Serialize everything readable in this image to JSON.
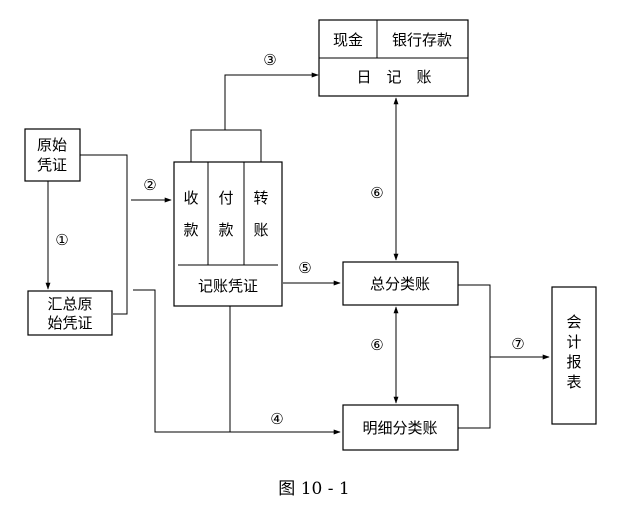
{
  "nodes": {
    "original_voucher": [
      "原始",
      "凭证"
    ],
    "summary_voucher": [
      "汇总原",
      "始凭证"
    ],
    "bookkeeping_voucher": {
      "columns": [
        [
          "收",
          "款"
        ],
        [
          "付",
          "款"
        ],
        [
          "转",
          "账"
        ]
      ],
      "label": "记账凭证"
    },
    "journal": {
      "top_left": "现金",
      "top_right": "银行存款",
      "bottom": "日　记　账"
    },
    "general_ledger": "总分类账",
    "subsidiary_ledger": "明细分类账",
    "accounting_report": [
      "会",
      "计",
      "报",
      "表"
    ]
  },
  "steps": {
    "s1": "①",
    "s2": "②",
    "s3": "③",
    "s4": "④",
    "s5": "⑤",
    "s6a": "⑥",
    "s6b": "⑥",
    "s7": "⑦"
  },
  "caption": "图 10 - 1"
}
